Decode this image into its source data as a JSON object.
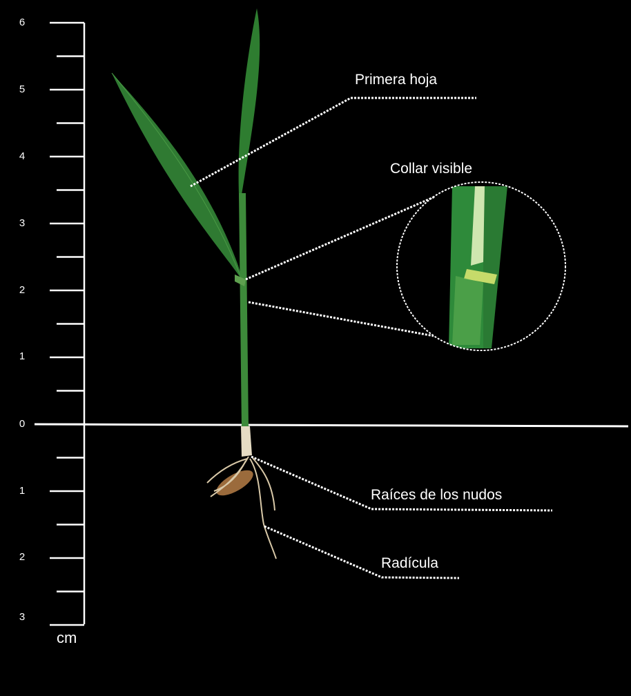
{
  "scale": {
    "unit": "cm",
    "above_ground_ticks": [
      "6",
      "5",
      "4",
      "3",
      "2",
      "1",
      "0"
    ],
    "below_ground_ticks": [
      "1",
      "2",
      "3"
    ]
  },
  "labels": {
    "first_leaf": "Primera hoja",
    "visible_collar": "Collar visible",
    "nodal_roots": "Raíces de los nudos",
    "radicle": "Radícula"
  },
  "colors": {
    "background": "#000000",
    "leaf_green": "#2f7a32",
    "stem_green": "#3d8a3a",
    "root": "#d9c9a8",
    "seed": "#9b6b3c",
    "annotation": "#ffffff"
  },
  "icons": {
    "plant": "rice-seedling-illustration",
    "magnifier": "collar-zoom-inset"
  }
}
